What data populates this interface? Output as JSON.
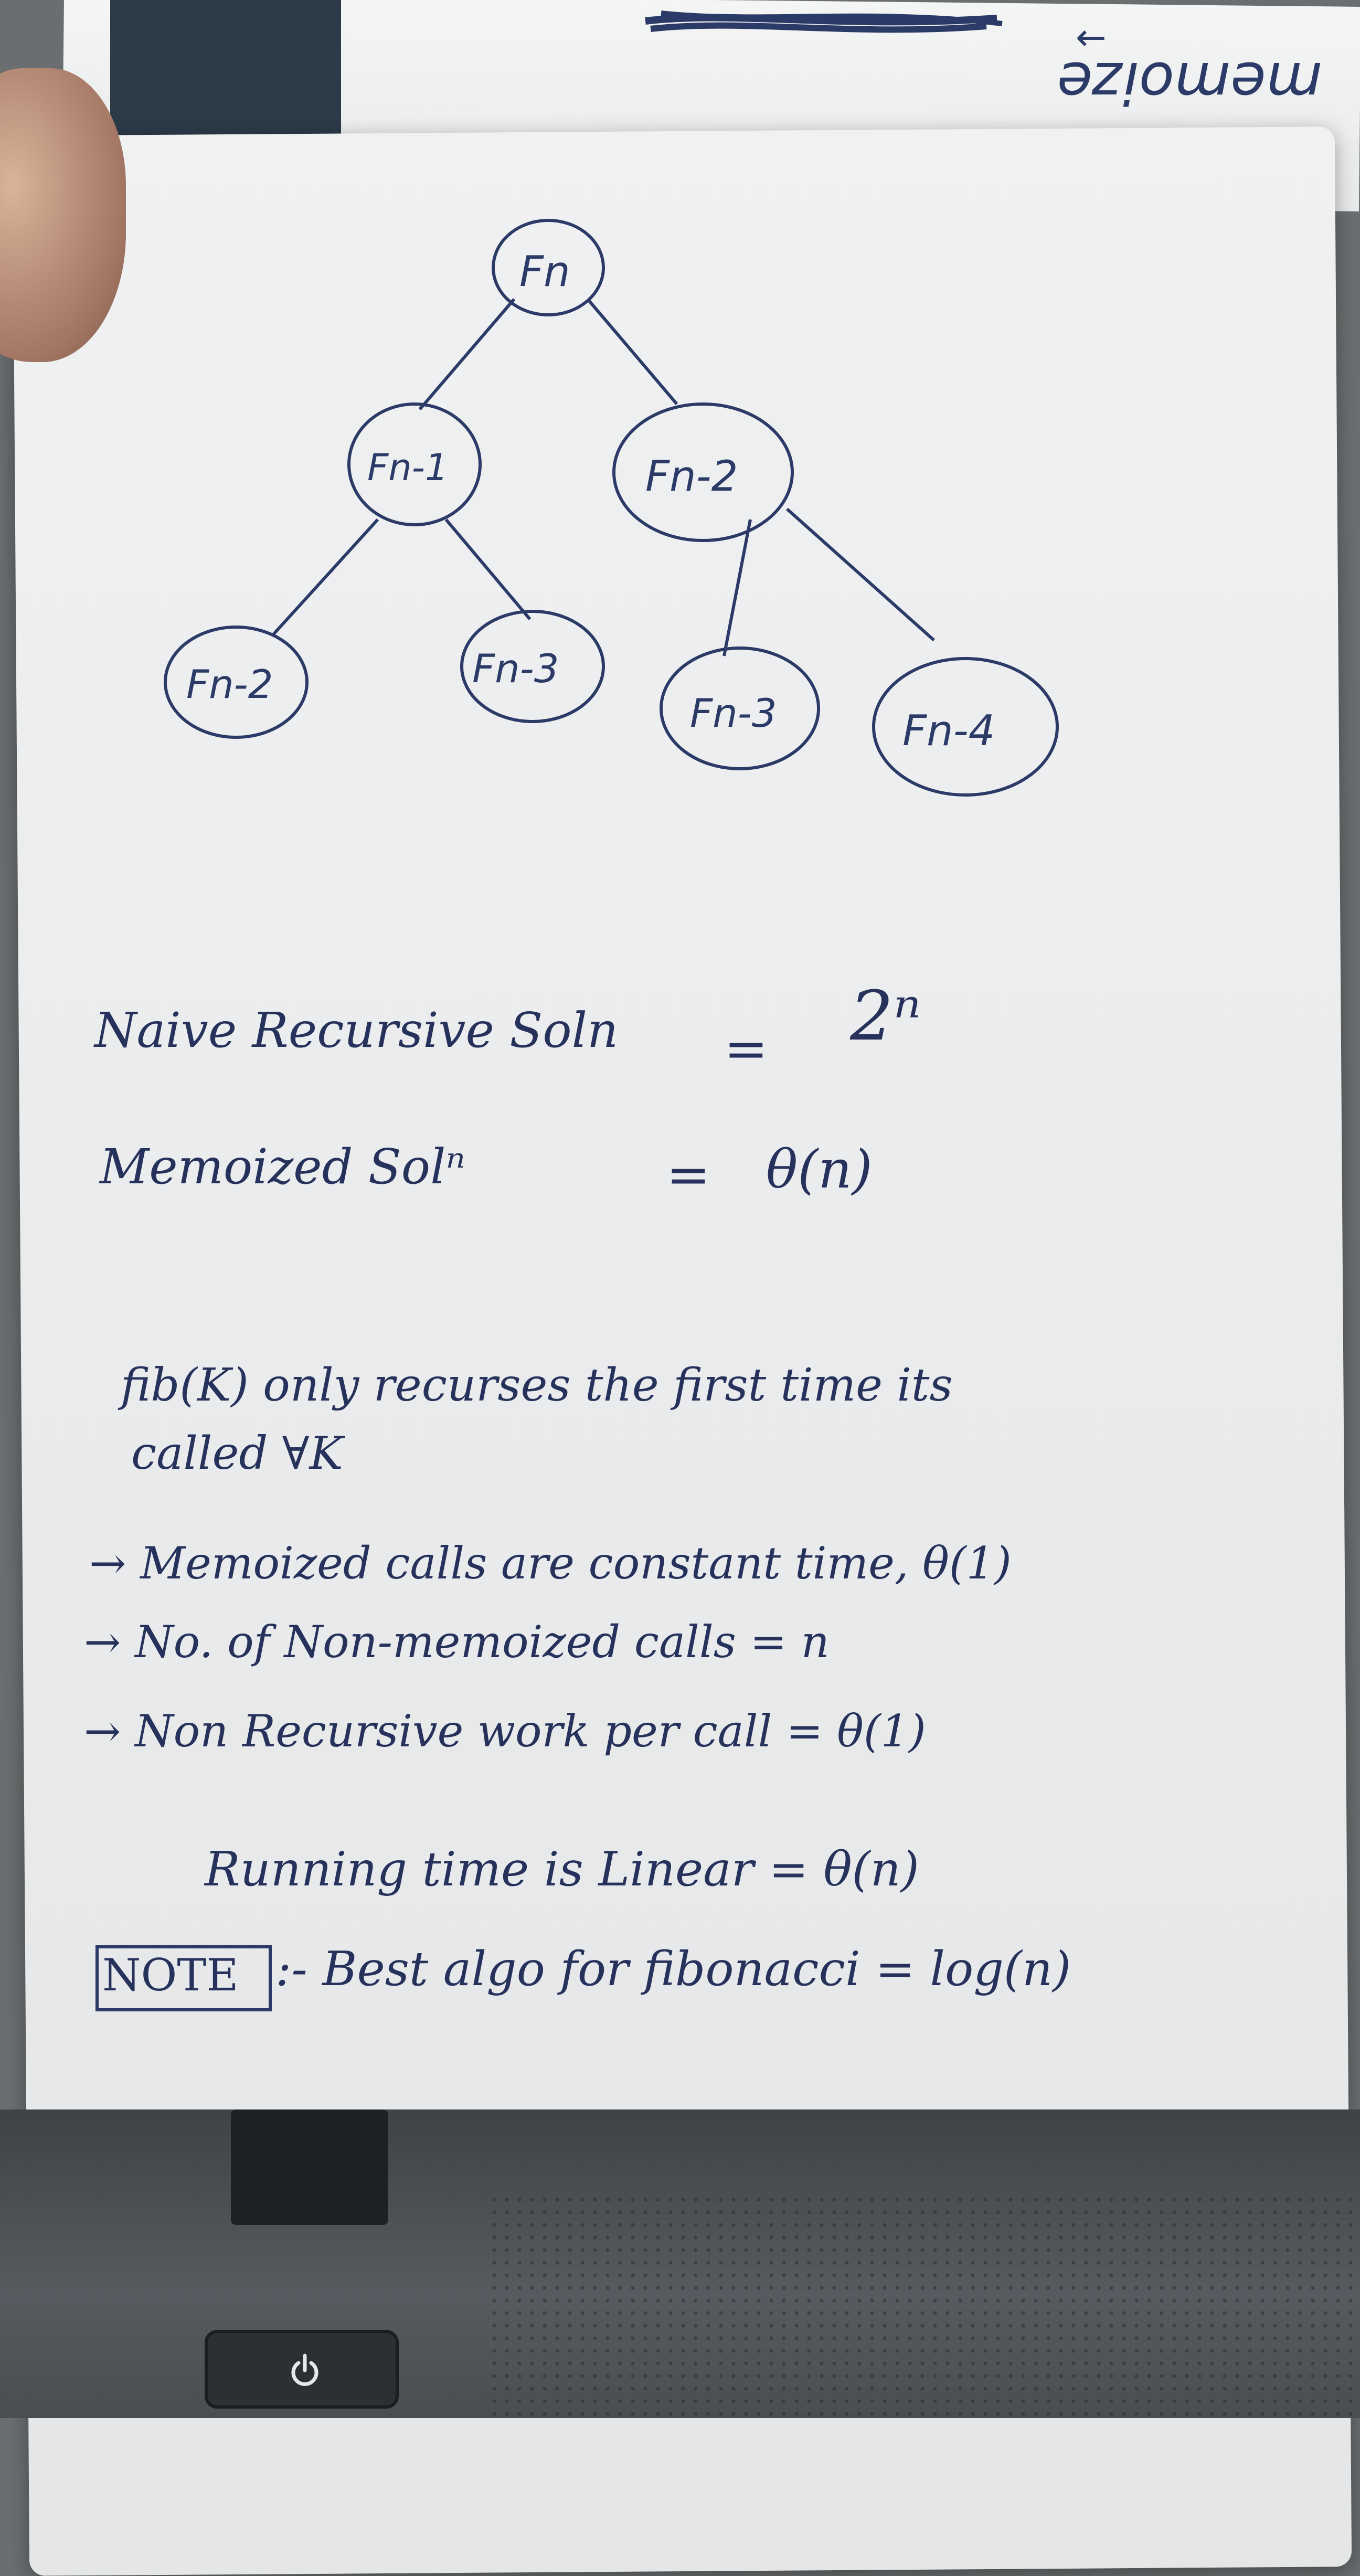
{
  "header": {
    "word": "memoize",
    "arrow": "←"
  },
  "tree": {
    "nodes": {
      "root": "Fn",
      "left": "Fn-1",
      "right": "Fn-2",
      "ll": "Fn-2",
      "lr": "Fn-3",
      "rl": "Fn-3",
      "rr": "Fn-4"
    }
  },
  "notes": {
    "naive_label": "Naive Recursive Soln",
    "naive_eq": "=",
    "naive_value": "2ⁿ",
    "memo_label": "Memoized Solⁿ",
    "memo_eq": "=",
    "memo_value": "θ(n)",
    "fib_line1": "fib(K) only recurses the first time its",
    "fib_line2": "called ∀K",
    "bullet1": "→ Memoized calls are constant time, θ(1)",
    "bullet2": "→ No. of Non-memoized calls = n",
    "bullet3": "→ Non Recursive work per call = θ(1)",
    "running": "Running time is Linear = θ(n)",
    "note_box": "NOTE",
    "note_text": ":- Best algo for fibonacci = log(n)"
  },
  "device": {
    "power_icon": "power-icon"
  }
}
